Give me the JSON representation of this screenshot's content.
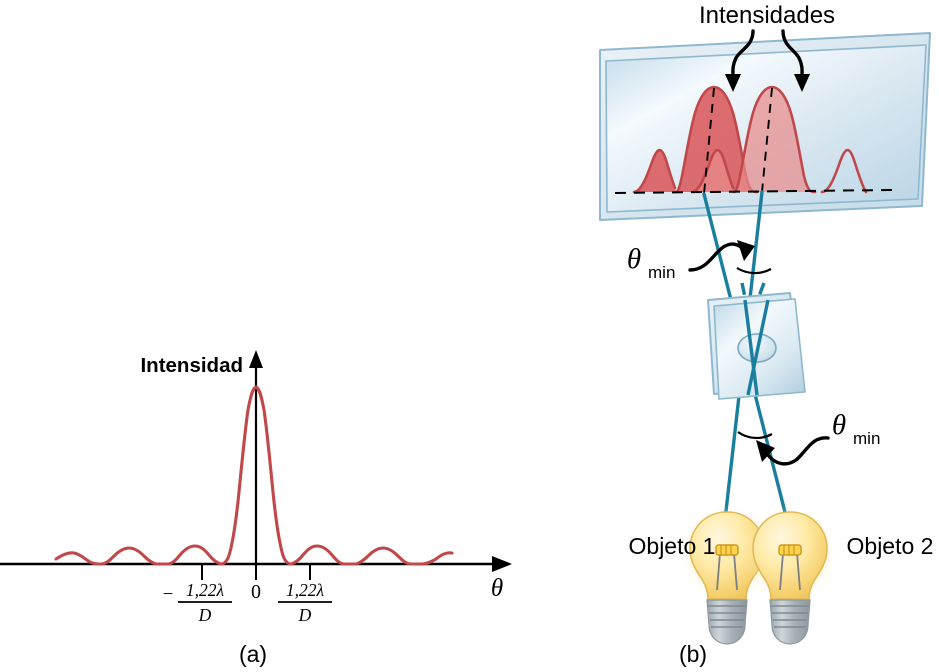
{
  "figure": {
    "panel_a_caption": "(a)",
    "panel_b_caption": "(b)"
  },
  "panel_a": {
    "y_axis_label": "Intensidad",
    "x_axis_label": "θ",
    "tick_zero": "0",
    "tick_negative": {
      "sign": "−",
      "numerator": "1,22λ",
      "denominator": "D"
    },
    "tick_positive": {
      "numerator": "1,22λ",
      "denominator": "D"
    },
    "curve_color": "#c0484a",
    "axis_color": "#000000"
  },
  "panel_b": {
    "title": "Intensidades",
    "angle_label_top": {
      "symbol": "θ",
      "subscript": "min"
    },
    "angle_label_bottom": {
      "symbol": "θ",
      "subscript": "min"
    },
    "object_left_label": "Objeto 1",
    "object_right_label": "Objeto 2",
    "ray_color": "#1a7f9e",
    "peak_color": "#c0484a",
    "screen_color": "#8fb8cf",
    "bulb_color": "#f5c657"
  },
  "chart_data": {
    "type": "line",
    "title": "Intensidad",
    "xlabel": "θ",
    "ylabel": "Intensidad",
    "description": "Patron de difraccion de Airy de una apertura circular: maximo central en theta = 0 con primeros ceros en theta = +/- 1,22 lambda / D y lobulos laterales de baja amplitud.",
    "annotations": [
      "− 1,22λ/D",
      "0",
      "1,22λ/D"
    ],
    "xtick_labels": [
      "−1,22λ/D",
      "0",
      "1,22λ/D"
    ],
    "xtick_values": [
      -1.22,
      0,
      1.22
    ],
    "xlim": [
      -5.2,
      5.2
    ],
    "ylim": [
      0,
      1.05
    ],
    "grid": false,
    "legend": false,
    "x": [
      -5.0,
      -4.75,
      -4.5,
      -4.25,
      -4.0,
      -3.75,
      -3.5,
      -3.25,
      -3.0,
      -2.75,
      -2.5,
      -2.25,
      -2.0,
      -1.75,
      -1.5,
      -1.22,
      -1.0,
      -0.75,
      -0.5,
      -0.25,
      0,
      0.25,
      0.5,
      0.75,
      1.0,
      1.22,
      1.5,
      1.75,
      2.0,
      2.25,
      2.5,
      2.75,
      3.0,
      3.25,
      3.5,
      3.75,
      4.0,
      4.25,
      4.5,
      4.75,
      5.0
    ],
    "y": [
      0.003,
      0.006,
      0.008,
      0.007,
      0.004,
      0.001,
      0.004,
      0.011,
      0.016,
      0.016,
      0.011,
      0.004,
      0.001,
      0.012,
      0.036,
      0.0,
      0.064,
      0.26,
      0.58,
      0.88,
      1.0,
      0.88,
      0.58,
      0.26,
      0.064,
      0.0,
      0.036,
      0.012,
      0.001,
      0.004,
      0.011,
      0.016,
      0.016,
      0.011,
      0.004,
      0.001,
      0.004,
      0.007,
      0.008,
      0.006,
      0.003
    ],
    "series": [
      {
        "name": "Intensidad de difraccion (Airy)",
        "values": [
          0.003,
          0.006,
          0.008,
          0.007,
          0.004,
          0.001,
          0.004,
          0.011,
          0.016,
          0.016,
          0.011,
          0.004,
          0.001,
          0.012,
          0.036,
          0.0,
          0.064,
          0.26,
          0.58,
          0.88,
          1.0,
          0.88,
          0.58,
          0.26,
          0.064,
          0.0,
          0.036,
          0.012,
          0.001,
          0.004,
          0.011,
          0.016,
          0.016,
          0.011,
          0.004,
          0.001,
          0.004,
          0.007,
          0.008,
          0.006,
          0.003
        ]
      }
    ]
  }
}
